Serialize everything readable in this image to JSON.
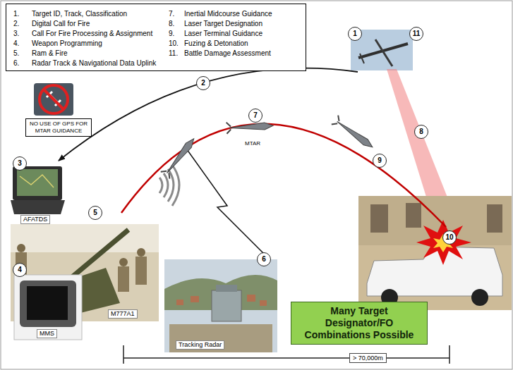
{
  "diagram": {
    "nodes": [
      {
        "text": [
          "1.",
          "Target ID, Track, Classification",
          "2.",
          "Digital Call for Fire",
          "3.",
          "Call For Fire Processing & Assignment",
          "4.",
          "Weapon Programming",
          "5.",
          "Ram & Fire",
          "6.",
          "Radar Track & Navigational Data Uplink",
          "7.",
          "Inertial Midcourse Guidance",
          "8.",
          "Laser Target Designation",
          "9.",
          "Laser Terminal Guidance",
          "10.",
          "Fuzing & Detonation",
          "11.",
          "Battle Damage Assessment"
        ]
      },
      {
        "text": [
          "NO USE OF GPS FOR MTAR GUIDANCE"
        ]
      },
      {
        "text": [
          "1",
          "11"
        ]
      },
      {
        "text": [
          "AFATDS"
        ]
      },
      {
        "text": [
          "M777A1"
        ]
      },
      {
        "text": [
          "MMS"
        ]
      },
      {
        "text": [
          "Tracking Radar"
        ]
      },
      {
        "text": [
          "Many Target Designator/FO Combinations Possible"
        ]
      }
    ],
    "edges": [
      {
        "from": 2,
        "to": 3,
        "arrow": "to",
        "label": "2"
      }
    ],
    "labels": [
      "3",
      "4",
      "5",
      "6",
      "7",
      "8",
      "9",
      "10",
      "MTAR",
      "> 70,000m"
    ]
  }
}
